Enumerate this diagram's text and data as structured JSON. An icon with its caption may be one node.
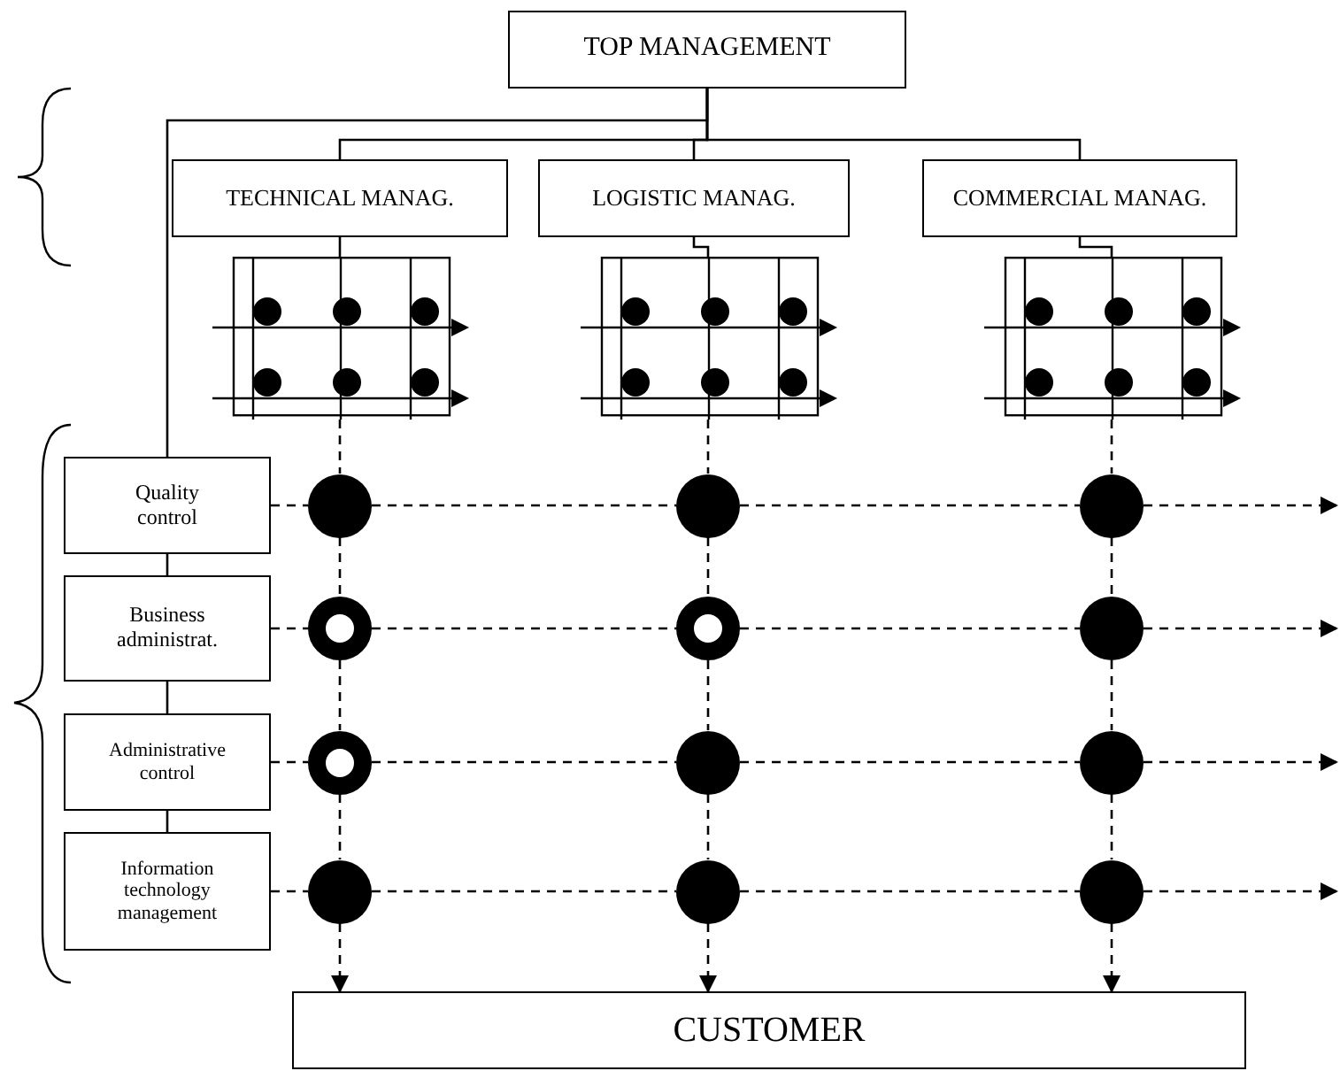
{
  "diagram": {
    "nodes": [
      {
        "text": [
          "TOP MANAGEMENT"
        ]
      },
      {
        "text": [
          "TECHNICAL MANAG."
        ]
      },
      {
        "text": [
          "LOGISTIC MANAG."
        ]
      },
      {
        "text": [
          "COMMERCIAL MANAG."
        ]
      },
      {
        "text": [],
        "shape": "picture"
      },
      {
        "text": [],
        "shape": "picture"
      },
      {
        "text": [],
        "shape": "picture"
      },
      {
        "text": [
          "Quality control"
        ]
      },
      {
        "text": [
          "Business administrat."
        ]
      },
      {
        "text": [
          "Administrative control"
        ]
      },
      {
        "text": [
          "Information technology management"
        ]
      },
      {
        "text": [],
        "shape": "circle"
      },
      {
        "text": [],
        "shape": "circle"
      },
      {
        "text": [],
        "shape": "circle"
      },
      {
        "text": [],
        "shape": "ring"
      },
      {
        "text": [],
        "shape": "ring"
      },
      {
        "text": [],
        "shape": "circle"
      },
      {
        "text": [],
        "shape": "ring"
      },
      {
        "text": [],
        "shape": "circle"
      },
      {
        "text": [],
        "shape": "circle"
      },
      {
        "text": [],
        "shape": "circle"
      },
      {
        "text": [],
        "shape": "circle"
      },
      {
        "text": [],
        "shape": "circle"
      },
      {
        "text": [
          "CUSTOMER"
        ]
      }
    ],
    "edges": [
      {
        "from": 0,
        "to": 1,
        "arrow": "none"
      },
      {
        "from": 0,
        "to": 2,
        "arrow": "none"
      },
      {
        "from": 0,
        "to": 3,
        "arrow": "none"
      },
      {
        "from": 0,
        "to": 7,
        "arrow": "none"
      },
      {
        "from": 1,
        "to": 4,
        "arrow": "none"
      },
      {
        "from": 2,
        "to": 5,
        "arrow": "none"
      },
      {
        "from": 3,
        "to": 6,
        "arrow": "none"
      },
      {
        "from": 7,
        "to": 8,
        "arrow": "none"
      },
      {
        "from": 8,
        "to": 9,
        "arrow": "none"
      },
      {
        "from": 9,
        "to": 10,
        "arrow": "none"
      },
      {
        "from": 7,
        "to": 11,
        "arrow": "none",
        "style": "dashed"
      },
      {
        "from": 11,
        "to": 12,
        "arrow": "none",
        "style": "dashed"
      },
      {
        "from": 12,
        "to": 13,
        "arrow": "none",
        "style": "dashed"
      },
      {
        "from": 13,
        "to": null,
        "arrow": "to",
        "style": "dashed"
      },
      {
        "from": 8,
        "to": 14,
        "arrow": "none",
        "style": "dashed"
      },
      {
        "from": 14,
        "to": 15,
        "arrow": "none",
        "style": "dashed"
      },
      {
        "from": 15,
        "to": 16,
        "arrow": "none",
        "style": "dashed"
      },
      {
        "from": 16,
        "to": null,
        "arrow": "to",
        "style": "dashed"
      },
      {
        "from": 9,
        "to": 17,
        "arrow": "none",
        "style": "dashed"
      },
      {
        "from": 17,
        "to": 18,
        "arrow": "none",
        "style": "dashed"
      },
      {
        "from": 18,
        "to": 19,
        "arrow": "none",
        "style": "dashed"
      },
      {
        "from": 19,
        "to": null,
        "arrow": "to",
        "style": "dashed"
      },
      {
        "from": 10,
        "to": 20,
        "arrow": "none",
        "style": "dashed"
      },
      {
        "from": 20,
        "to": 21,
        "arrow": "none",
        "style": "dashed"
      },
      {
        "from": 21,
        "to": 22,
        "arrow": "none",
        "style": "dashed"
      },
      {
        "from": 22,
        "to": null,
        "arrow": "to",
        "style": "dashed"
      },
      {
        "from": 4,
        "to": 11,
        "arrow": "none",
        "style": "dashed"
      },
      {
        "from": 11,
        "to": 14,
        "arrow": "none",
        "style": "dashed"
      },
      {
        "from": 14,
        "to": 17,
        "arrow": "none",
        "style": "dashed"
      },
      {
        "from": 17,
        "to": 20,
        "arrow": "none",
        "style": "dashed"
      },
      {
        "from": 20,
        "to": 23,
        "arrow": "to",
        "style": "dashed"
      },
      {
        "from": 5,
        "to": 12,
        "arrow": "none",
        "style": "dashed"
      },
      {
        "from": 12,
        "to": 15,
        "arrow": "none",
        "style": "dashed"
      },
      {
        "from": 15,
        "to": 18,
        "arrow": "none",
        "style": "dashed"
      },
      {
        "from": 18,
        "to": 21,
        "arrow": "none",
        "style": "dashed"
      },
      {
        "from": 21,
        "to": 23,
        "arrow": "to",
        "style": "dashed"
      },
      {
        "from": 6,
        "to": 13,
        "arrow": "none",
        "style": "dashed"
      },
      {
        "from": 13,
        "to": 16,
        "arrow": "none",
        "style": "dashed"
      },
      {
        "from": 16,
        "to": 19,
        "arrow": "none",
        "style": "dashed"
      },
      {
        "from": 19,
        "to": 22,
        "arrow": "none",
        "style": "dashed"
      },
      {
        "from": 22,
        "to": 23,
        "arrow": "to",
        "style": "dashed"
      }
    ]
  }
}
